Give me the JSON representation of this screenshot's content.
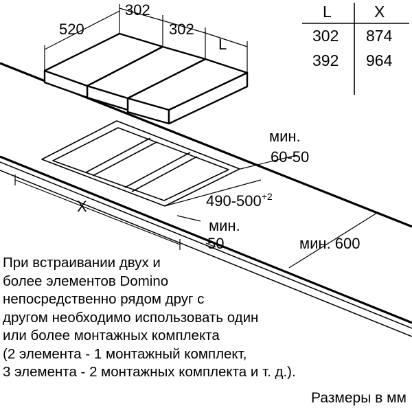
{
  "module_dims": {
    "depth": "520",
    "width_a": "302",
    "width_b": "302",
    "width_l": "L"
  },
  "table": {
    "headers": [
      "L",
      "X"
    ],
    "rows": [
      [
        "302",
        "874"
      ],
      [
        "392",
        "964"
      ]
    ]
  },
  "cutout": {
    "min_top_label": "мин.",
    "min_top_value": "60-50",
    "depth_range": "490-500",
    "depth_tolerance": "+2",
    "width_label": "X",
    "min_front_label": "мин.",
    "min_front_value": "50",
    "min_wall": "мин. 600"
  },
  "note_lines": [
    "При встраивании двух и",
    "более элементов Domino",
    "непосредственно рядом друг с",
    "другом необходимо использовать один",
    "или более монтажных комплекта",
    "(2 элемента - 1 монтажный комплект,",
    "3 элемента - 2 монтажных комплекта и т. д.)."
  ],
  "units_note": "Размеры в мм"
}
